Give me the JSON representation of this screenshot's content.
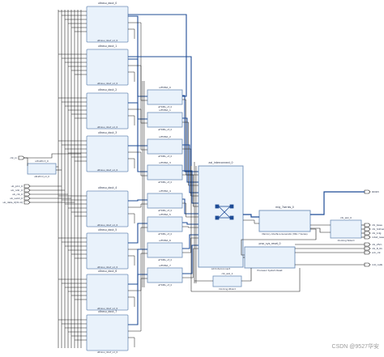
{
  "blocks": [
    {
      "id": "dma0",
      "title": "ultrasu_dout_0",
      "caption": "ultrasu_dout_v1_0"
    },
    {
      "id": "dma1",
      "title": "ultrasu_dout_1",
      "caption": "ultrasu_dout_v1_0"
    },
    {
      "id": "dma2",
      "title": "ultrasu_dout_2",
      "caption": "ultrasu_dout_v1_0"
    },
    {
      "id": "dma3",
      "title": "ultrasu_dout_3",
      "caption": "ultrasu_dout_v1_0"
    },
    {
      "id": "dma4",
      "title": "ultrasu_dout_4",
      "caption": "ultrasu_dout_v1_0"
    },
    {
      "id": "dma5",
      "title": "ultrasu_dout_5",
      "caption": "ultrasu_dout_v1_0"
    },
    {
      "id": "dma6",
      "title": "ultrasu_dout_6",
      "caption": "ultrasu_dout_v1_0"
    },
    {
      "id": "dma7",
      "title": "ultrasu_dout_7",
      "caption": "ultrasu_dout_v1_0"
    },
    {
      "id": "fifo0",
      "title": "uiFDMA_0",
      "caption": "uiFDMA_v3_0"
    },
    {
      "id": "fifo1",
      "title": "uiFDMA_1",
      "caption": "uiFDMA_v3_0"
    },
    {
      "id": "fifo2",
      "title": "uiFDMA_2",
      "caption": "uiFDMA_v3_0"
    },
    {
      "id": "fifo3",
      "title": "uiFDMA_3",
      "caption": "uiFDMA_v3_0"
    },
    {
      "id": "fifo4",
      "title": "uiFDMA_4",
      "caption": "uiFDMA_v3_0"
    },
    {
      "id": "fifo5",
      "title": "uiFDMA_5",
      "caption": "uiFDMA_v3_0"
    },
    {
      "id": "fifo6",
      "title": "uiFDMA_6",
      "caption": "uiFDMA_v3_0"
    },
    {
      "id": "fifo7",
      "title": "uiFDMA_7",
      "caption": "uiFDMA_v3_0"
    },
    {
      "id": "gen",
      "title": "ultrathrd_0",
      "caption": "ultrathrd_v1_0"
    },
    {
      "id": "inter",
      "title": "axi_interconnect_0",
      "caption": "AXI Interconnect"
    },
    {
      "id": "mig",
      "title": "mig_7series_0",
      "caption": "Memory Interface Generator (MIG 7 Series)"
    },
    {
      "id": "clkwiz",
      "title": "clk_wiz_0",
      "caption": "Clocking Wizard"
    },
    {
      "id": "rst",
      "title": "proc_sys_reset_0",
      "caption": "Processor System Reset"
    },
    {
      "id": "clkwiz1",
      "title": "clk_wiz_1",
      "caption": "Clocking Wizard"
    }
  ],
  "ports_left": [
    {
      "id": "clk",
      "label": "clk_in"
    },
    {
      "id": "p1",
      "label": "ub_p11_0"
    },
    {
      "id": "p2",
      "label": "ub_ndir_0"
    },
    {
      "id": "p3",
      "label": "ub_clk_0"
    },
    {
      "id": "p4",
      "label": "ub_valid_0"
    },
    {
      "id": "p5",
      "label": "ub_data_0[31:0]"
    }
  ],
  "ports_right": [
    {
      "id": "ddr",
      "label": "DDR3"
    },
    {
      "id": "r1",
      "label": "clk_base"
    },
    {
      "id": "r2",
      "label": "clk_hdmain"
    },
    {
      "id": "r3",
      "label": "clk_1dg"
    },
    {
      "id": "r4",
      "label": "rotat_resetn"
    },
    {
      "id": "r5",
      "label": "clk_25m"
    },
    {
      "id": "r6",
      "label": "clk_8_01"
    },
    {
      "id": "r7",
      "label": "sck_clk"
    },
    {
      "id": "r8",
      "label": "init_calib"
    }
  ],
  "watermark": "CSDN @9527华安",
  "colors": {
    "block_fill": "#e9f2fb",
    "block_stroke": "#6f8fb8",
    "wire": "#1a1a1a",
    "bus": "#1f4c96",
    "text": "#1f2a44"
  }
}
